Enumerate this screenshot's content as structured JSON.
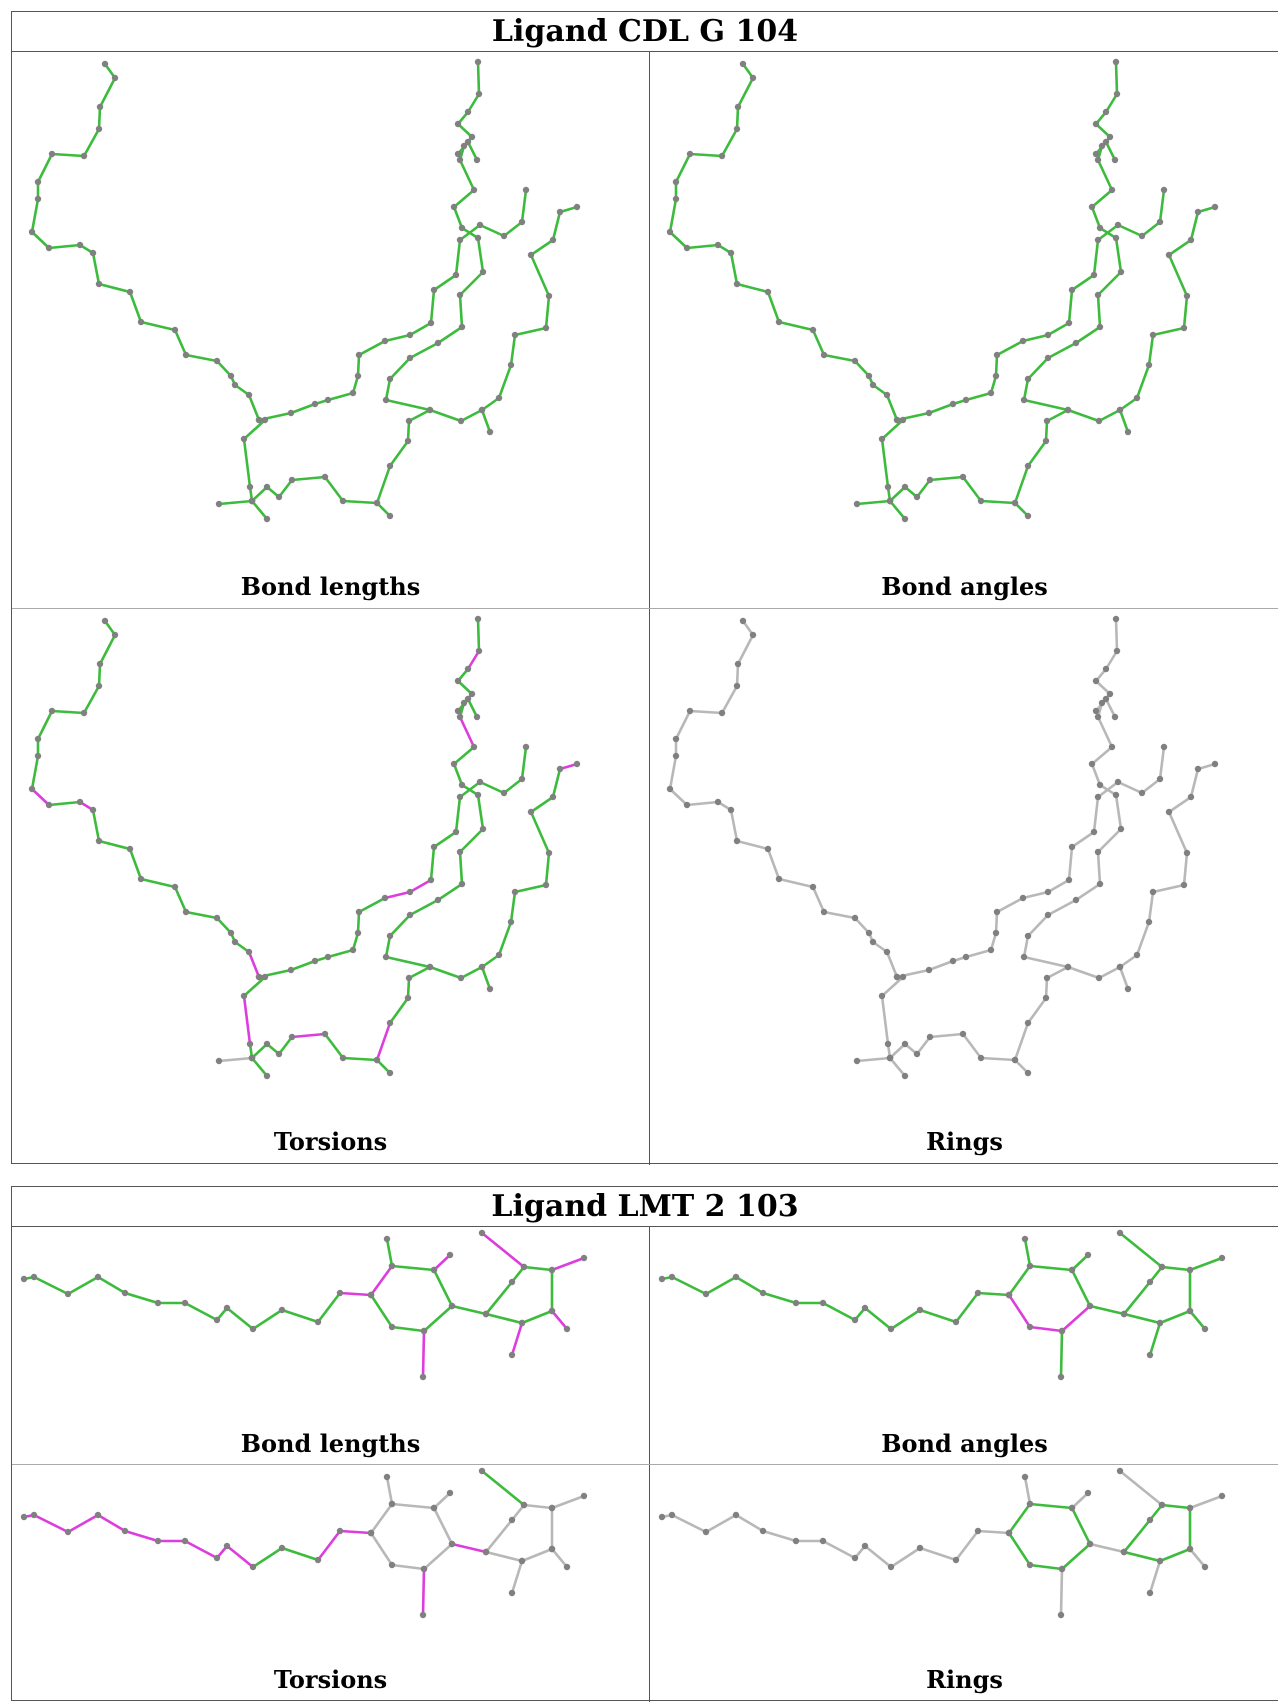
{
  "blocks": [
    {
      "title": "Ligand CDL G 104",
      "panels": [
        {
          "label": "Bond lengths",
          "coloring": "lengths"
        },
        {
          "label": "Bond angles",
          "coloring": "angles"
        },
        {
          "label": "Torsions",
          "coloring": "torsions"
        },
        {
          "label": "Rings",
          "coloring": "rings"
        }
      ]
    },
    {
      "title": "Ligand LMT 2 103",
      "panels": [
        {
          "label": "Bond lengths",
          "coloring": "lengths"
        },
        {
          "label": "Bond angles",
          "coloring": "angles"
        },
        {
          "label": "Torsions",
          "coloring": "torsions"
        },
        {
          "label": "Rings",
          "coloring": "rings"
        }
      ]
    }
  ],
  "colors": {
    "good_bond": "#3dbb3d",
    "bad_bond": "#dd3ddd",
    "neutral_bond": "#b8b8b8",
    "atom": "#808080",
    "border": "#555555"
  }
}
